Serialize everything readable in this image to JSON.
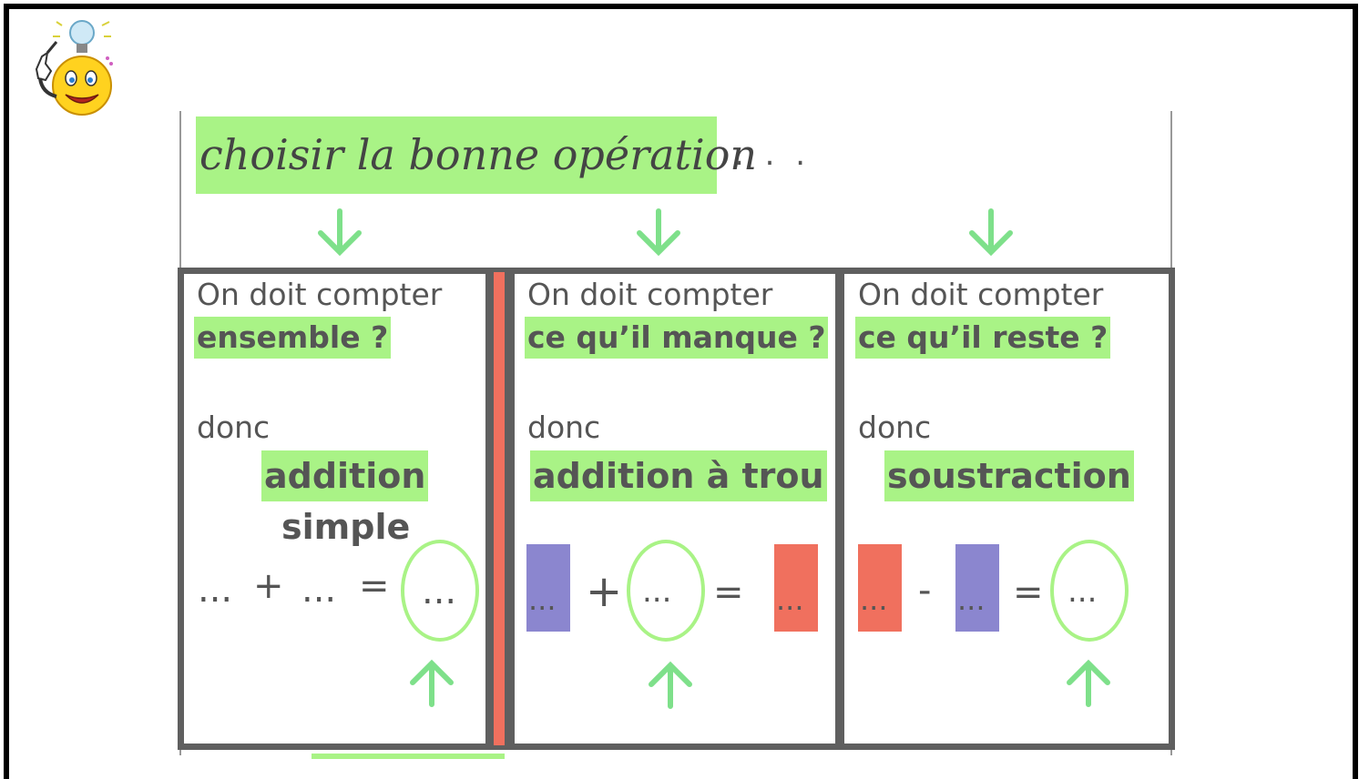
{
  "title": "choisir la bonne opération",
  "title_dots": ". . .",
  "colors": {
    "highlight": "#a9f386",
    "arrow": "#7ee08a",
    "border": "#5f5f5f",
    "purple_box": "#8b86cf",
    "red_box": "#f0705e"
  },
  "columns": [
    {
      "question_line1": "On doit compter",
      "question_line2": "ensemble ?",
      "donc": "donc",
      "operation": "addition",
      "operation_line2": "simple",
      "formula": {
        "a": "...",
        "op": "+",
        "b": "...",
        "eq": "=",
        "result": "..."
      }
    },
    {
      "question_line1": "On doit compter",
      "question_line2": "ce qu’il manque ?",
      "donc": "donc",
      "operation": "addition à trou",
      "formula": {
        "a": "...",
        "op": "+",
        "b": "...",
        "eq": "=",
        "result": "..."
      }
    },
    {
      "question_line1": "On doit compter",
      "question_line2": "ce qu’il reste ?",
      "donc": "donc",
      "operation": "soustraction",
      "formula": {
        "a": "...",
        "op": "-",
        "b": "...",
        "eq": "=",
        "result": "..."
      }
    }
  ]
}
